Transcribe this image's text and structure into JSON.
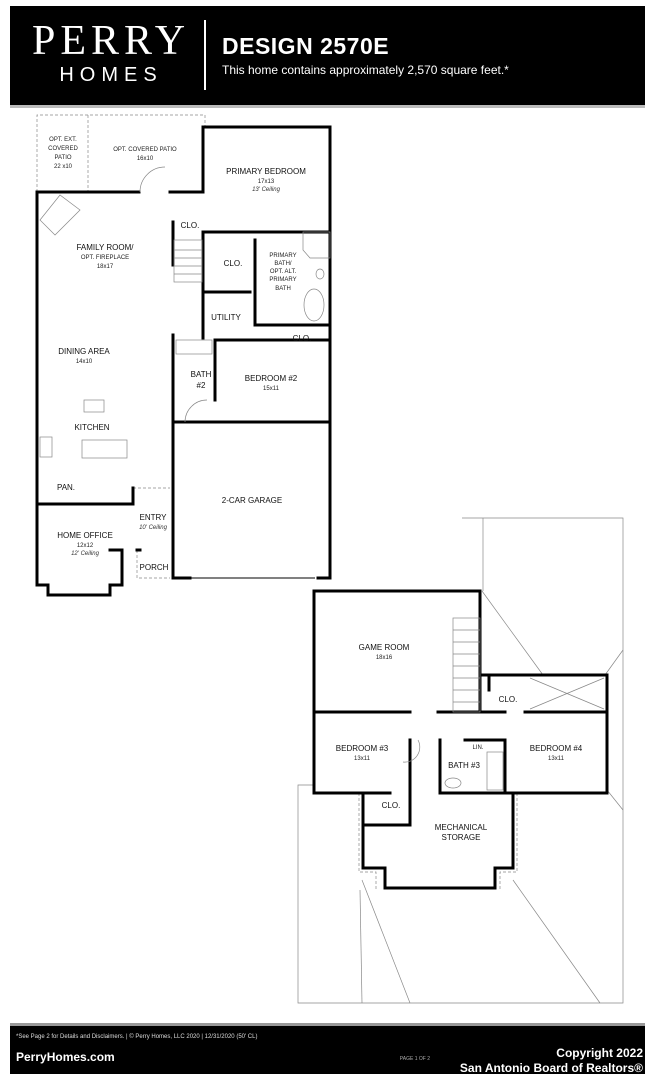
{
  "header": {
    "logo_top": "PERRY",
    "logo_bottom": "HOMES",
    "title": "DESIGN 2570E",
    "subtitle": "This home contains approximately 2,570 square feet.*"
  },
  "first_floor": {
    "opt_ext_patio": {
      "l1": "OPT. EXT.",
      "l2": "COVERED",
      "l3": "PATIO",
      "size": "22 x10"
    },
    "opt_patio": {
      "name": "OPT. COVERED PATIO",
      "size": "16x10"
    },
    "primary_bedroom": {
      "name": "PRIMARY BEDROOM",
      "size": "17x13",
      "note": "13' Ceiling"
    },
    "family_room": {
      "name": "FAMILY ROOM/",
      "name2": "OPT. FIREPLACE",
      "size": "18x17"
    },
    "clo1": "CLO.",
    "clo2": "CLO.",
    "clo3": "CLO.",
    "primary_bath": {
      "l1": "PRIMARY",
      "l2": "BATH/",
      "l3": "OPT. ALT.",
      "l4": "PRIMARY",
      "l5": "BATH"
    },
    "utility": "UTILITY",
    "dining": {
      "name": "DINING AREA",
      "size": "14x10"
    },
    "bath2": {
      "l1": "BATH",
      "l2": "#2"
    },
    "bedroom2": {
      "name": "BEDROOM #2",
      "size": "15x11"
    },
    "kitchen": "KITCHEN",
    "pantry": "PAN.",
    "garage": "2-CAR GARAGE",
    "entry": {
      "name": "ENTRY",
      "note": "10' Ceiling"
    },
    "home_office": {
      "name": "HOME OFFICE",
      "size": "12x12",
      "note": "12' Ceiling"
    },
    "porch": "PORCH"
  },
  "second_floor": {
    "game_room": {
      "name": "GAME ROOM",
      "size": "18x16"
    },
    "clo_a": "CLO.",
    "bedroom3": {
      "name": "BEDROOM #3",
      "size": "13x11"
    },
    "lin": "LIN.",
    "bath3": "BATH #3",
    "bedroom4": {
      "name": "BEDROOM #4",
      "size": "13x11"
    },
    "clo_b": "CLO.",
    "mechanical": {
      "l1": "MECHANICAL",
      "l2": "STORAGE"
    }
  },
  "footer": {
    "disclaimer": "*See Page 2 for Details and Disclaimers.  |  © Perry Homes, LLC 2020  |  12/31/2020  (50' CL)",
    "website": "PerryHomes.com",
    "page": "PAGE 1 OF 2",
    "copyright_l1": "Copyright 2022",
    "copyright_l2": "San Antonio Board of Realtors®"
  }
}
